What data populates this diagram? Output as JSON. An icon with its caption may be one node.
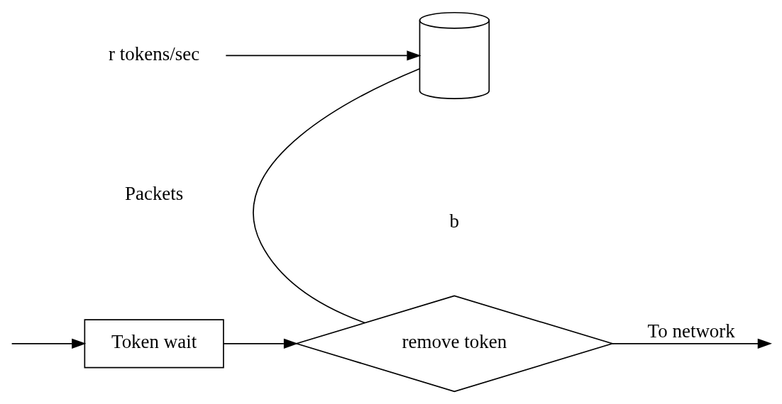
{
  "diagram": {
    "nodes": [
      {
        "text": [
          "r tokens/sec"
        ]
      },
      {
        "text": [],
        "shape": "bucket"
      },
      {
        "text": [
          "Token wait"
        ]
      },
      {
        "text": [
          "remove token"
        ]
      }
    ],
    "edges": [
      {
        "from": 0,
        "to": 1,
        "arrow": "to"
      },
      {
        "from": 1,
        "to": 3,
        "arrow": "none"
      },
      {
        "from": null,
        "to": 2,
        "arrow": "to"
      },
      {
        "from": 2,
        "to": 3,
        "arrow": "to"
      },
      {
        "from": 3,
        "to": null,
        "arrow": "to",
        "label": "To network"
      }
    ],
    "labels": [
      "Packets",
      "b"
    ]
  }
}
